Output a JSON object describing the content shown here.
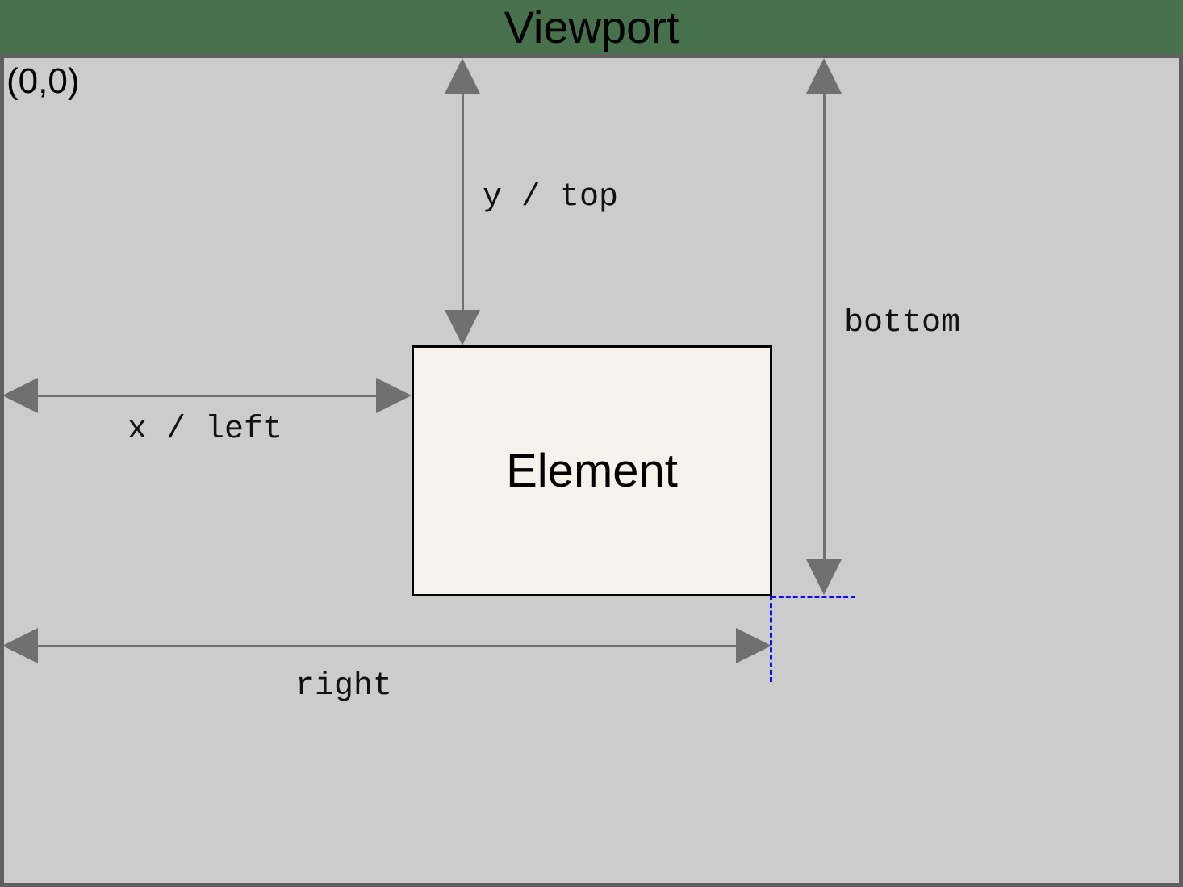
{
  "diagram": {
    "title": "Viewport",
    "origin_label": "(0,0)",
    "element_label": "Element",
    "measurements": [
      {
        "id": "y_top",
        "label": "y / top",
        "orientation": "vertical",
        "icon": "double-headed-arrow"
      },
      {
        "id": "x_left",
        "label": "x / left",
        "orientation": "horizontal",
        "icon": "double-headed-arrow"
      },
      {
        "id": "bottom",
        "label": "bottom",
        "orientation": "vertical",
        "icon": "double-headed-arrow"
      },
      {
        "id": "right",
        "label": "right",
        "orientation": "horizontal",
        "icon": "double-headed-arrow"
      }
    ],
    "guides": {
      "style": "dashed",
      "from": "element-bottom-right-corner"
    },
    "colors": {
      "header_green": "#47704d",
      "viewport_gray": "#cccccc",
      "frame_border": "#5f5f5f",
      "arrow_gray": "#707070",
      "element_fill": "#f6f3ed",
      "element_border": "#000000",
      "guide_blue": "#0b0bff",
      "title_text": "#000000",
      "label_text": "#111111"
    }
  }
}
